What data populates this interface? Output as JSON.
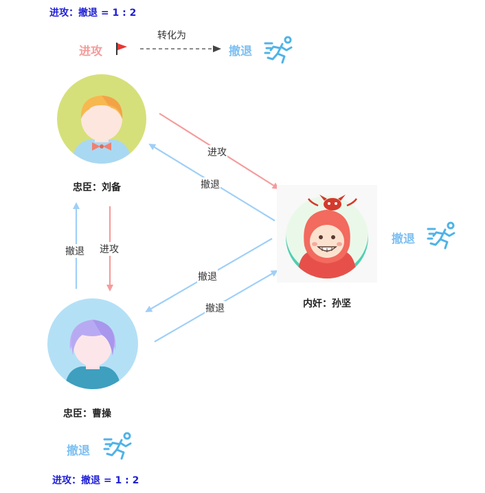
{
  "ratio_top": "进攻：撤退 = 1 : 2",
  "ratio_bottom": "进攻：撤退 = 1 : 2",
  "legend": {
    "attack_label": "进攻",
    "convert_label": "转化为",
    "retreat_label": "撤退"
  },
  "characters": {
    "liubei": "忠臣：刘备",
    "caocao": "忠臣：曹操",
    "sunjian": "内奸：孙坚"
  },
  "edges": {
    "liubei_to_sunjian": "进攻",
    "sunjian_to_liubei": "撤退",
    "caocao_to_liubei": "撤退",
    "liubei_to_caocao": "进攻",
    "sunjian_to_caocao": "撤退",
    "caocao_to_sunjian": "撤退"
  },
  "side_tags": {
    "sunjian": "撤退",
    "caocao": "撤退"
  },
  "colors": {
    "attack": "#f59c9c",
    "retreat": "#9fcff7",
    "ratio_text": "#1f1fd6",
    "runner_icon": "#4fb3e8"
  }
}
